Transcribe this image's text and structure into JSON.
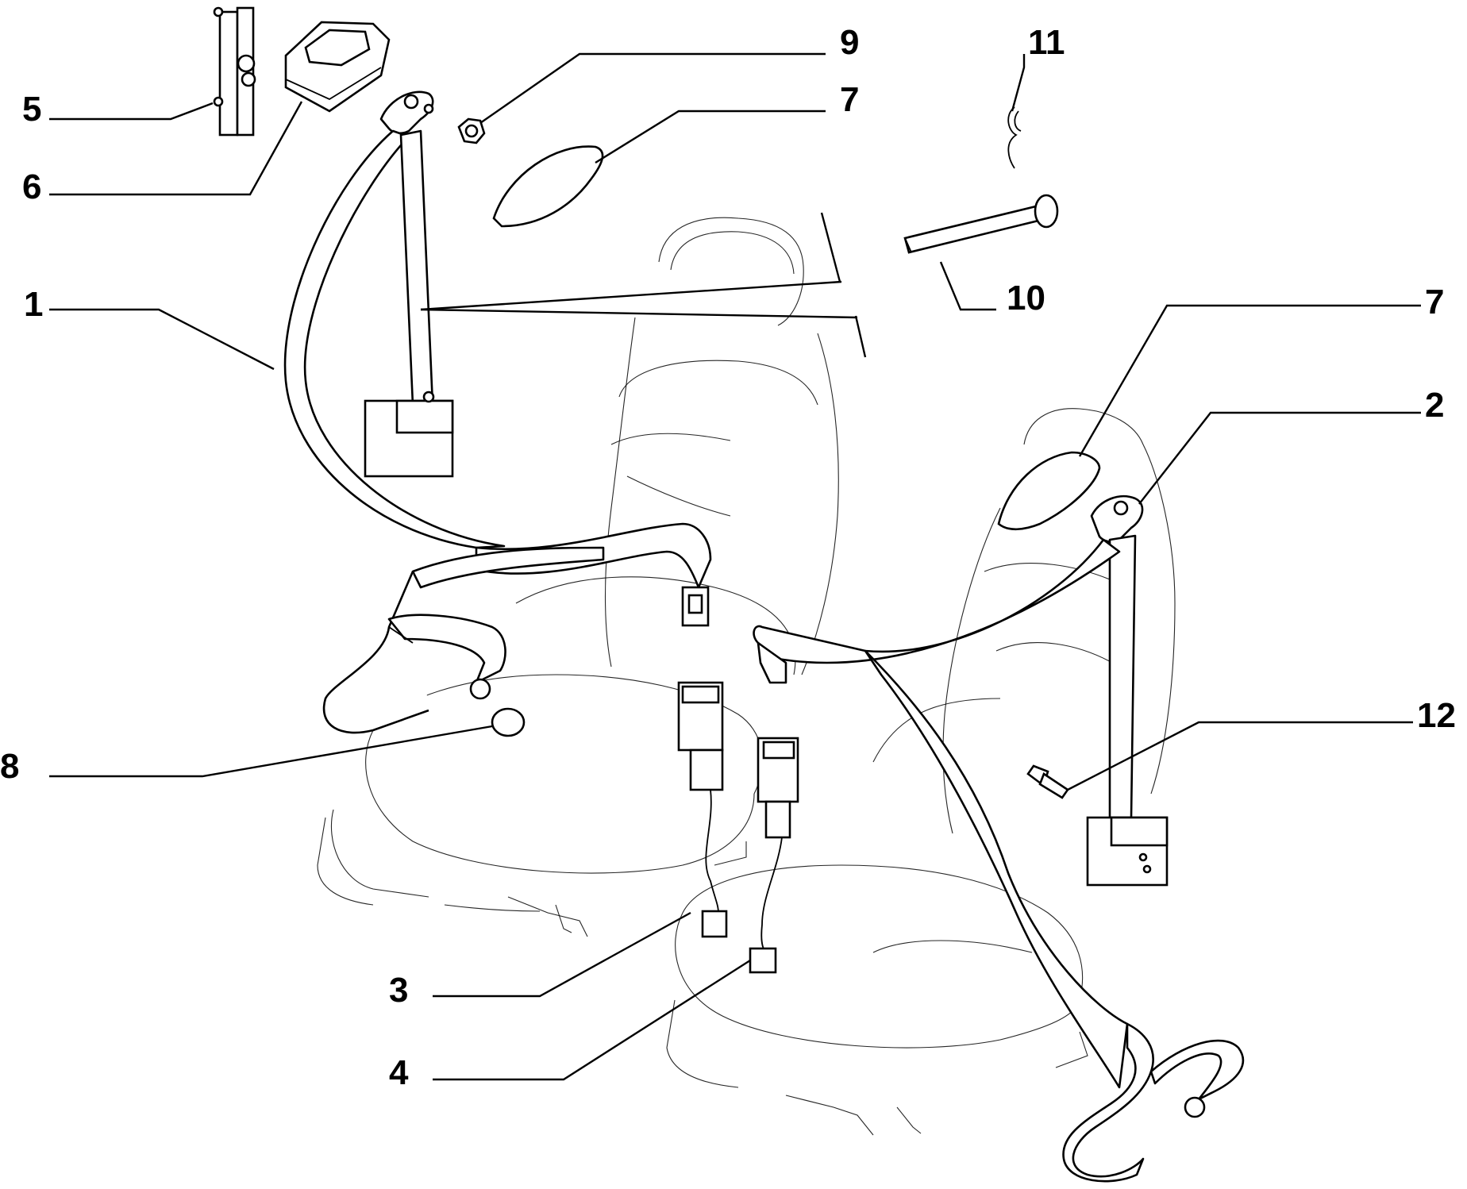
{
  "callouts": [
    {
      "num": "1"
    },
    {
      "num": "2"
    },
    {
      "num": "3"
    },
    {
      "num": "4"
    },
    {
      "num": "5"
    },
    {
      "num": "6"
    },
    {
      "num": "7"
    },
    {
      "num": "7"
    },
    {
      "num": "8"
    },
    {
      "num": "9"
    },
    {
      "num": "10"
    },
    {
      "num": "11"
    },
    {
      "num": "12"
    }
  ],
  "colors": {
    "line": "#000000",
    "background": "#ffffff"
  }
}
